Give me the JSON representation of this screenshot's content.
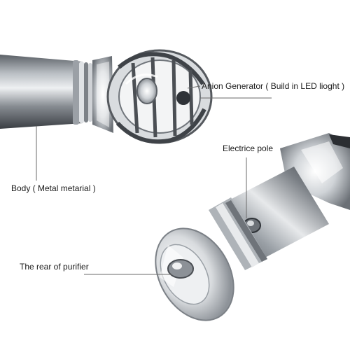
{
  "labels": {
    "anion_generator": "Anion Generator ( Build in LED lioght )",
    "electrice_pole": "Electrice pole",
    "body": "Body ( Metal metarial )",
    "rear": "The rear of purifier"
  },
  "colors": {
    "metal_dark": "#3e4247",
    "metal_mid": "#8a8f95",
    "metal_light": "#e6e8ea",
    "crystal": "#c9ced3",
    "line": "#6a6a6a"
  }
}
